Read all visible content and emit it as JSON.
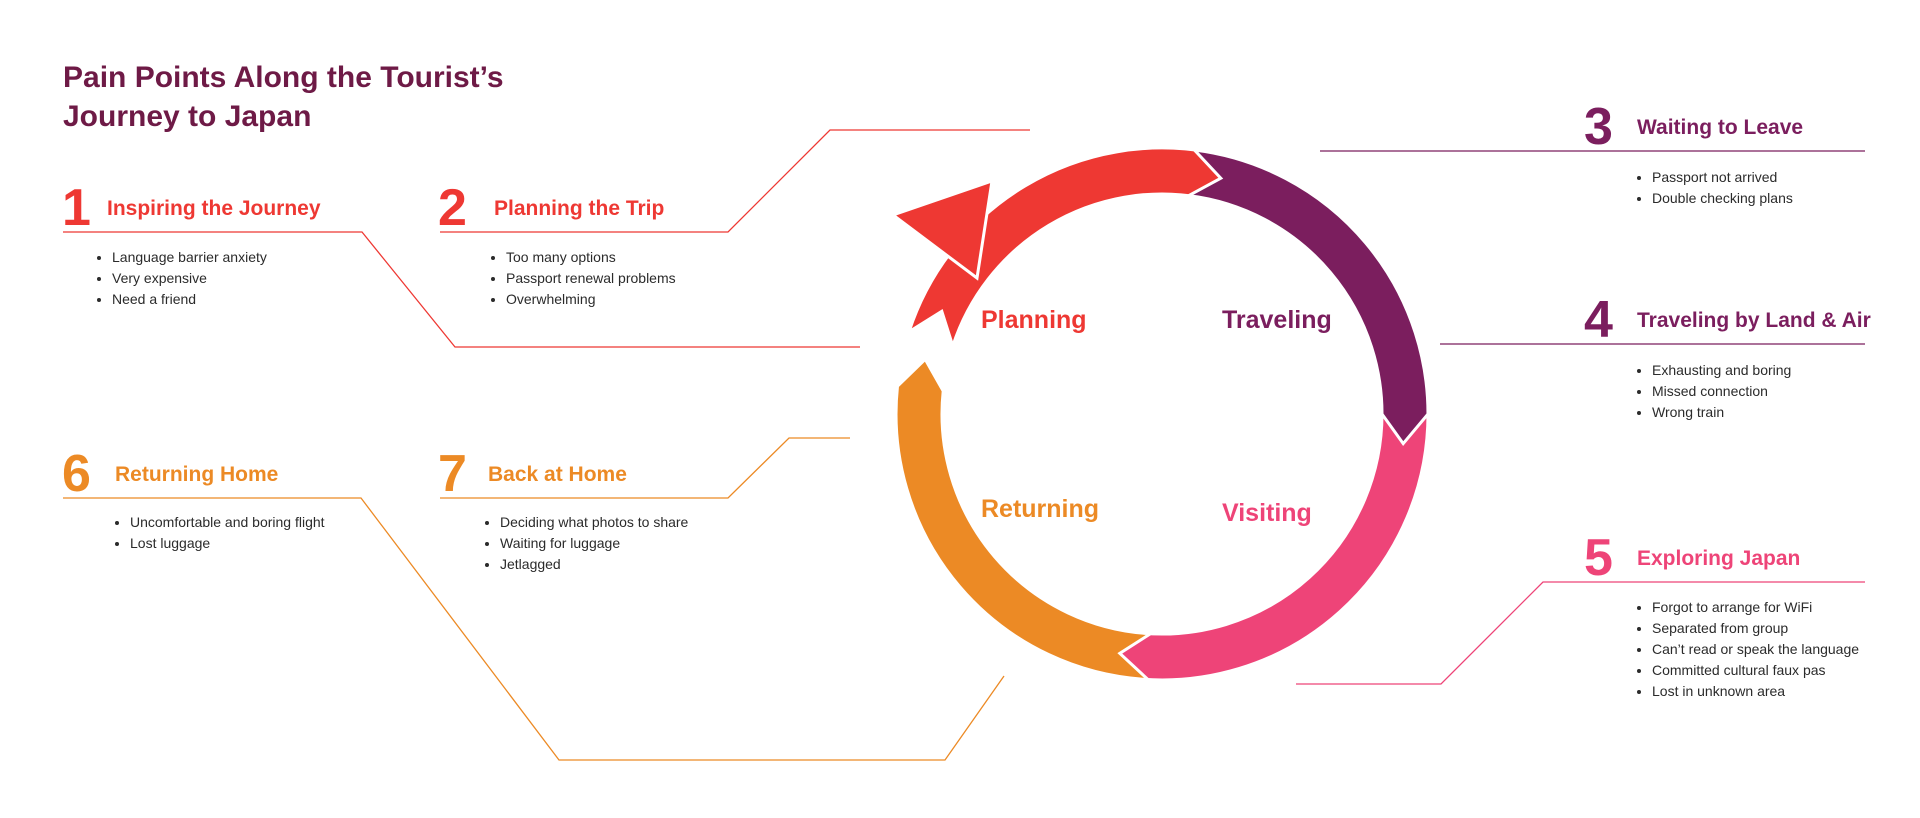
{
  "colors": {
    "title": "#6e1a46",
    "red": "#ee3833",
    "purple": "#7b1e5e",
    "pink": "#ee4478",
    "orange": "#ec8a25"
  },
  "title_lines": [
    "Pain Points Along the Tourist’s",
    "Journey to Japan"
  ],
  "phases": {
    "planning": "Planning",
    "traveling": "Traveling",
    "visiting": "Visiting",
    "returning": "Returning"
  },
  "steps": [
    {
      "number": "1",
      "label": "Inspiring the Journey",
      "items": [
        "Language barrier anxiety",
        "Very expensive",
        "Need a friend"
      ]
    },
    {
      "number": "2",
      "label": "Planning the Trip",
      "items": [
        "Too many options",
        "Passport renewal problems",
        "Overwhelming"
      ]
    },
    {
      "number": "3",
      "label": "Waiting to Leave",
      "items": [
        "Passport not arrived",
        "Double checking plans"
      ]
    },
    {
      "number": "4",
      "label": "Traveling by Land & Air",
      "items": [
        "Exhausting and boring",
        "Missed connection",
        "Wrong train"
      ]
    },
    {
      "number": "5",
      "label": "Exploring Japan",
      "items": [
        "Forgot to arrange for WiFi",
        "Separated from group",
        "Can’t read or speak the language",
        "Committed cultural faux pas",
        "Lost in unknown area"
      ]
    },
    {
      "number": "6",
      "label": "Returning Home",
      "items": [
        "Uncomfortable and boring flight",
        "Lost luggage"
      ]
    },
    {
      "number": "7",
      "label": "Back at Home",
      "items": [
        "Deciding what photos to share",
        "Waiting for luggage",
        "Jetlagged"
      ]
    }
  ]
}
